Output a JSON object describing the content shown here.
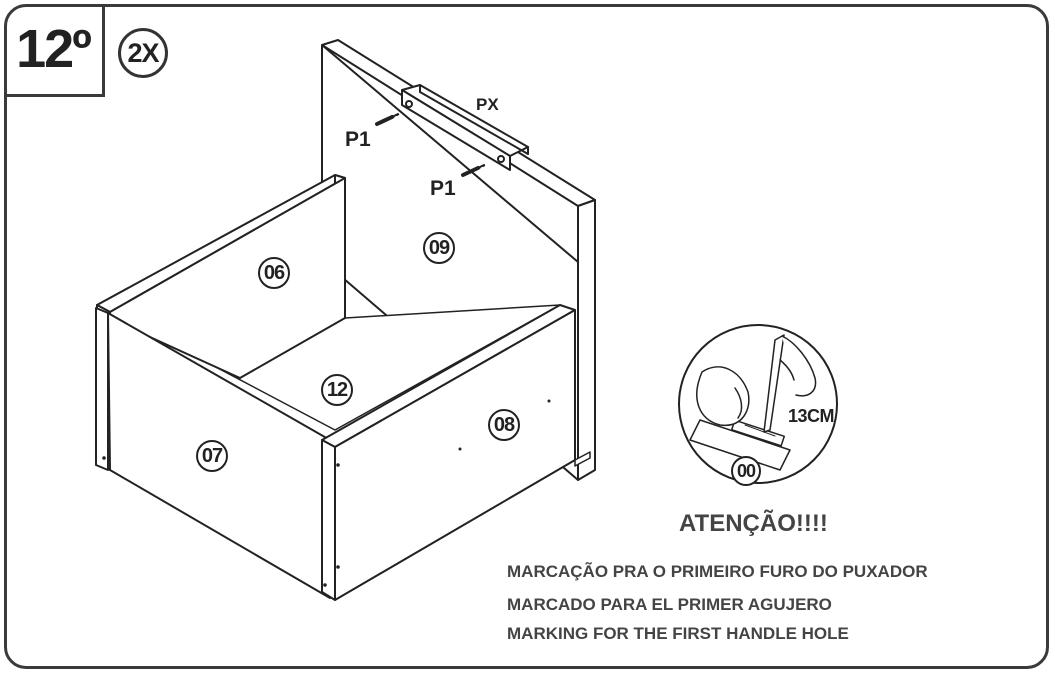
{
  "step": {
    "number": "12º",
    "quantity": "2X"
  },
  "callouts": {
    "handle": "PX",
    "screw_top": "P1",
    "screw_bottom": "P1",
    "measurement": "13CM"
  },
  "parts": {
    "p09": "09",
    "p06": "06",
    "p12": "12",
    "p08": "08",
    "p07": "07",
    "p00": "00"
  },
  "notice": {
    "title": "ATENÇÃO!!!!",
    "lines": [
      "MARCAÇÃO PRA O PRIMEIRO FURO DO PUXADOR",
      "MARCADO PARA EL PRIMER AGUJERO",
      "MARKING FOR THE FIRST HANDLE HOLE"
    ]
  }
}
